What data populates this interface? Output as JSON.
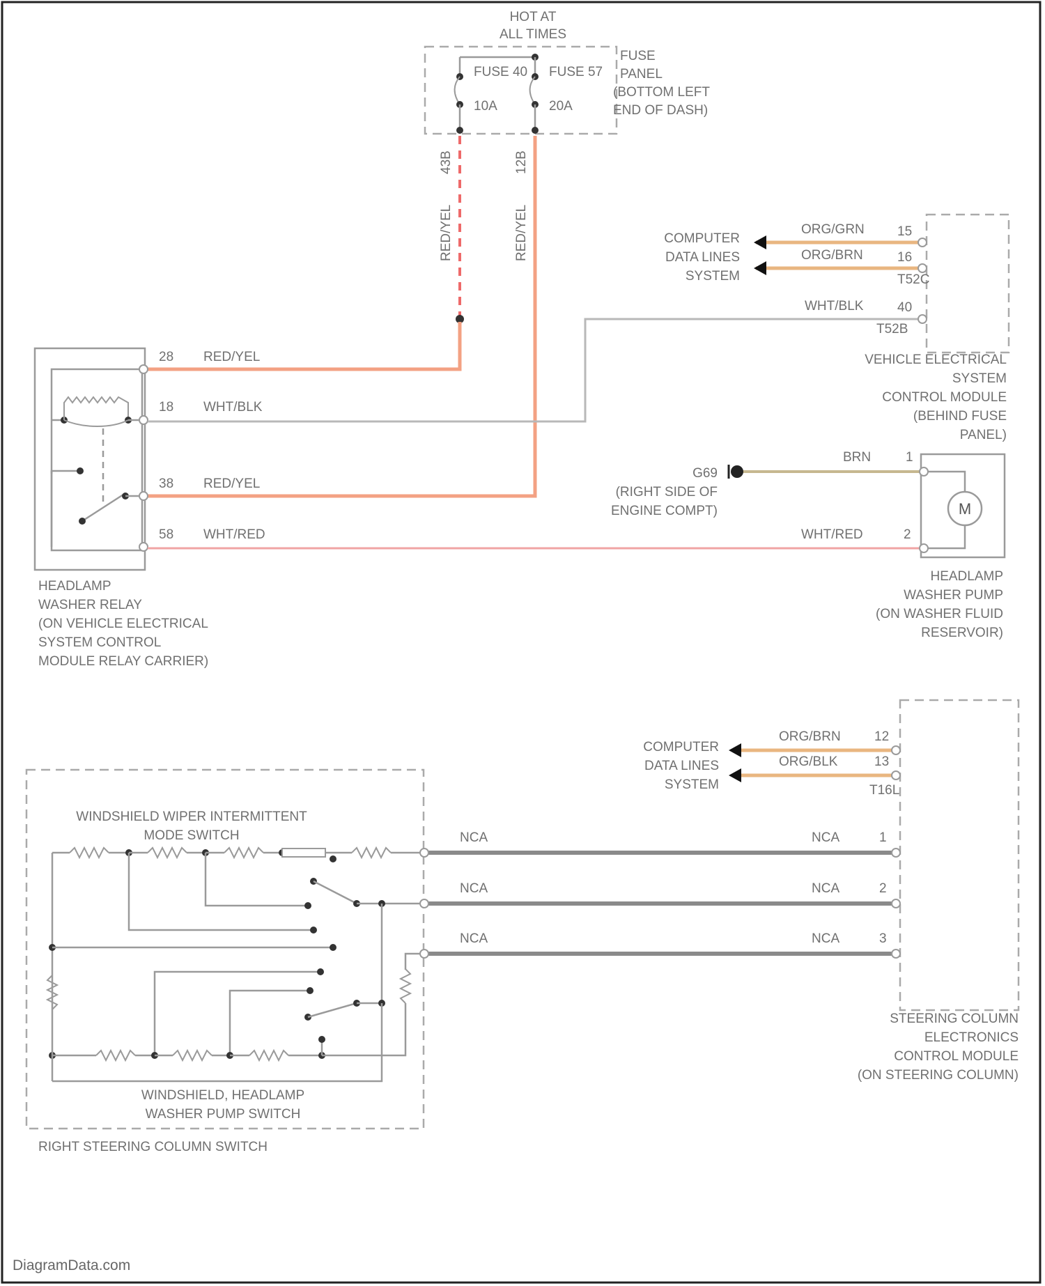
{
  "fuse_panel": {
    "hot_label": [
      "HOT AT",
      "ALL TIMES"
    ],
    "fuse_a": "FUSE 40",
    "fuse_b": "FUSE 57",
    "fuse_a_rating": "10A",
    "fuse_b_rating": "20A",
    "location": [
      "FUSE",
      "PANEL",
      "(BOTTOM LEFT",
      "END OF DASH)"
    ],
    "wire_a_circuit": "43B",
    "wire_b_circuit": "12B",
    "wire_a_color": "RED/YEL",
    "wire_b_color": "RED/YEL"
  },
  "relay": {
    "label": [
      "HEADLAMP",
      "WASHER RELAY",
      "(ON VEHICLE ELECTRICAL",
      "SYSTEM CONTROL",
      "MODULE RELAY CARRIER)"
    ],
    "pins": [
      {
        "pin": "28",
        "color": "RED/YEL"
      },
      {
        "pin": "18",
        "color": "WHT/BLK"
      },
      {
        "pin": "38",
        "color": "RED/YEL"
      },
      {
        "pin": "58",
        "color": "WHT/RED"
      }
    ]
  },
  "vecm": {
    "label": [
      "VEHICLE ELECTRICAL",
      "SYSTEM",
      "CONTROL MODULE",
      "(BEHIND FUSE",
      "PANEL)"
    ],
    "data_lines": [
      "COMPUTER",
      "DATA LINES",
      "SYSTEM"
    ],
    "wires": [
      {
        "color": "ORG/GRN",
        "pin": "15"
      },
      {
        "color": "ORG/BRN",
        "pin": "16"
      }
    ],
    "connector": "T52C",
    "wht_color": "WHT/BLK",
    "wht_pin": "40",
    "wht_connector": "T52B"
  },
  "pump": {
    "label": [
      "HEADLAMP",
      "WASHER PUMP",
      "(ON WASHER FLUID",
      "RESERVOIR)"
    ],
    "motor_symbol": "M",
    "ground": "G69",
    "ground_location": [
      "(RIGHT SIDE OF",
      "ENGINE COMPT)"
    ],
    "brn_color": "BRN",
    "brn_pin": "1",
    "red_color": "WHT/RED",
    "red_pin": "2"
  },
  "sccm": {
    "label": [
      "STEERING COLUMN",
      "ELECTRONICS",
      "CONTROL MODULE",
      "(ON STEERING COLUMN)"
    ],
    "data_lines": [
      "COMPUTER",
      "DATA LINES",
      "SYSTEM"
    ],
    "wires": [
      {
        "color": "ORG/BRN",
        "pin": "12"
      },
      {
        "color": "ORG/BLK",
        "pin": "13"
      }
    ],
    "connector": "T16L",
    "nca": [
      {
        "left": "NCA",
        "right": "NCA",
        "pin": "1"
      },
      {
        "left": "NCA",
        "right": "NCA",
        "pin": "2"
      },
      {
        "left": "NCA",
        "right": "NCA",
        "pin": "3"
      }
    ]
  },
  "switch": {
    "wiper_label": [
      "WINDSHIELD WIPER INTERMITTENT",
      "MODE SWITCH"
    ],
    "washer_label": [
      "WINDSHIELD, HEADLAMP",
      "WASHER PUMP SWITCH"
    ],
    "outer_label": "RIGHT STEERING COLUMN SWITCH"
  },
  "watermark": "DiagramData.com",
  "colors": {
    "red_yel": "#f3a183",
    "red_dashed": "#ee6a6a",
    "wht_blk": "#b8b8b8",
    "wht_red": "#f0a4a4",
    "orange_data": "#e9b680",
    "brn": "#c6b890",
    "nca": "#8a8a8a"
  }
}
